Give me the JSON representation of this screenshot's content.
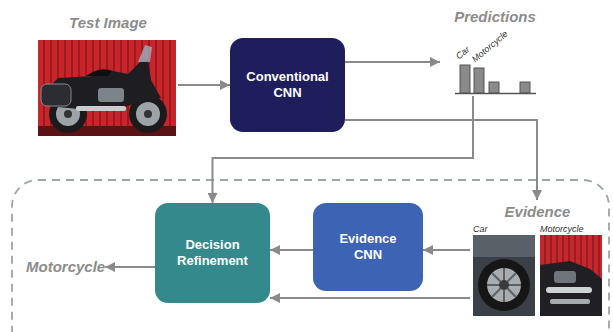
{
  "diagram": {
    "nodes": [
      {
        "text": [
          "Test Image"
        ]
      },
      {
        "text": [
          "Conventional CNN"
        ]
      },
      {
        "text": [
          "Predictions",
          "Car",
          "Motorcycle"
        ]
      },
      {
        "text": [
          "Decision Refinement"
        ]
      },
      {
        "text": [
          "Evidence CNN"
        ]
      },
      {
        "text": [
          "Evidence",
          "Car",
          "Motorcycle"
        ]
      },
      {
        "text": [
          "Motorcycle"
        ]
      }
    ],
    "edges": [
      {
        "from": 0,
        "to": 1,
        "arrow": "to"
      },
      {
        "from": 1,
        "to": 2,
        "arrow": "to"
      },
      {
        "from": 2,
        "to": 3,
        "arrow": "to"
      },
      {
        "from": 1,
        "to": 5,
        "arrow": "to"
      },
      {
        "from": 5,
        "to": 4,
        "arrow": "to"
      },
      {
        "from": 4,
        "to": 3,
        "arrow": "to"
      },
      {
        "from": 5,
        "to": 3,
        "arrow": "to"
      },
      {
        "from": 3,
        "to": 6,
        "arrow": "to"
      }
    ]
  }
}
